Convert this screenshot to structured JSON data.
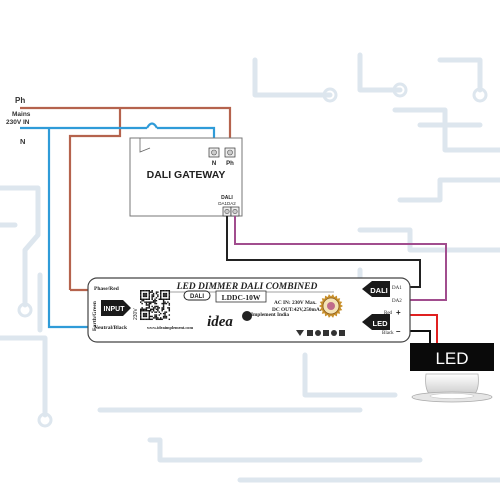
{
  "mains": {
    "phase_label": "Ph",
    "mains_label": "Mains",
    "voltage_label": "230V IN",
    "neutral_label": "N"
  },
  "gateway": {
    "title": "DALI GATEWAY",
    "terminal_n": "N",
    "terminal_ph": "Ph",
    "dali_label": "DALI",
    "dali_terminals": "DA1DA2"
  },
  "dimmer": {
    "title": "LED DIMMER DALI COMBINED",
    "model": "LDDC-10W",
    "phase_label": "Phase/Red",
    "earth_label": "Earth/Green",
    "neutral_label": "Neutral/Black",
    "input_label": "INPUT",
    "input_voltage": "230V",
    "website": "www.ideaimplement.com",
    "logo_dali": "DALI",
    "brand": "idea",
    "brand_sub": "Implement India",
    "spec_ac": "AC IN: 230V Max.",
    "spec_dc": "DC OUT:42V,250mA.",
    "out_dali": "DALI",
    "out_da1": "DA1",
    "out_da2": "DA2",
    "out_led": "LED",
    "out_red": "Red",
    "out_black": "Black",
    "plus": "+",
    "minus": "–"
  },
  "lamp": {
    "label": "LED"
  },
  "colors": {
    "phase_wire": "#b5634d",
    "neutral_wire": "#2f9bd8",
    "dali_da1": "#222222",
    "dali_da2": "#a14d8e",
    "led_plus": "#e02020",
    "led_minus": "#111111",
    "pcb_trace": "#dde6ee"
  },
  "icons": [
    "qr-code-icon",
    "dali-logo-icon",
    "ce-seal-icon",
    "certification-icons",
    "led-downlight-icon"
  ]
}
